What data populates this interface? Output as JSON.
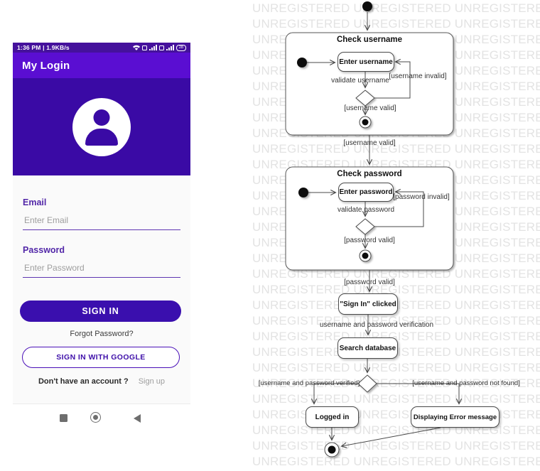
{
  "phone": {
    "status_bar": {
      "left": "1:36 PM | 1.9KB/s",
      "battery_level": "28"
    },
    "app_bar": {
      "title": "My Login"
    },
    "form": {
      "email_label": "Email",
      "email_placeholder": "Enter Email",
      "password_label": "Password",
      "password_placeholder": "Enter Password",
      "sign_in_label": "SIGN IN",
      "forgot_label": "Forgot Password?",
      "google_label": "SIGN IN WITH GOOGLE",
      "no_account_label": "Don't have an account ?",
      "sign_up_label": "Sign up"
    },
    "colors": {
      "status_bar": "#45119c",
      "app_bar": "#5a0ed2",
      "hero": "#3a0aa5",
      "primary_button": "#3a0fae",
      "field_label": "#5227a8",
      "underline": "#5e35b1"
    }
  },
  "diagram": {
    "watermark": {
      "word": "UNREGISTERED",
      "repeats_per_row": 4,
      "rows": 31,
      "color": "#e3e3e3"
    },
    "frame1": {
      "title": "Check username",
      "action": "Enter username",
      "edge_validate": "validate username",
      "edge_invalid": "[username invalid]",
      "edge_valid": "[username valid]"
    },
    "between1": "[username valid]",
    "frame2": {
      "title": "Check password",
      "action": "Enter password",
      "edge_validate": "validate password",
      "edge_invalid": "[password invalid]",
      "edge_valid": "[password valid]"
    },
    "between2": "[password valid]",
    "sign_in_node": "\"Sign In\" clicked",
    "edge_verification": "username and password verification",
    "search_node": "Search database",
    "edge_verified": "[username and password verified]",
    "edge_not_found": "[username and password not found]",
    "logged_in_node": "Logged in",
    "error_node": "Displaying Error message"
  }
}
